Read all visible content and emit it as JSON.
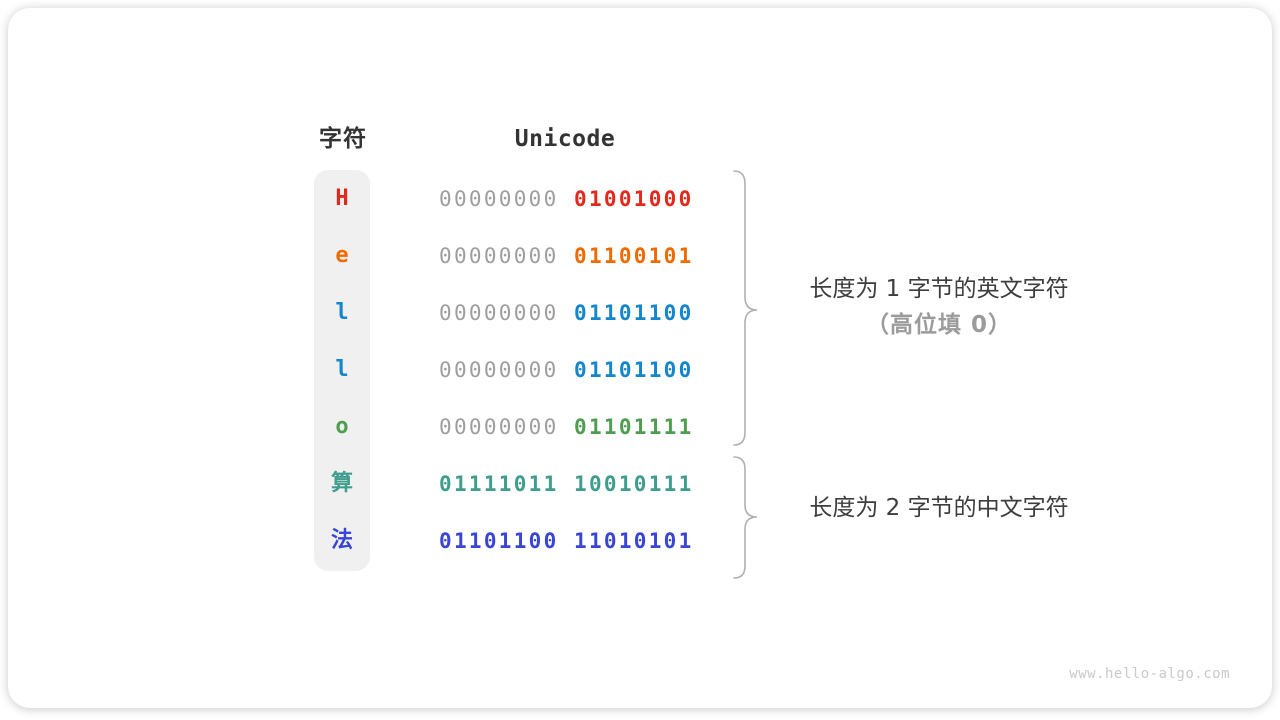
{
  "header": {
    "char_label": "字符",
    "unicode_label": "Unicode"
  },
  "rows": [
    {
      "char": "H",
      "high_byte": "00000000",
      "low_byte": "01001000",
      "color": "#e2291c",
      "high_byte_color": "#9e9e9e",
      "high_is_padding": true
    },
    {
      "char": "e",
      "high_byte": "00000000",
      "low_byte": "01100101",
      "color": "#ef6b00",
      "high_byte_color": "#9e9e9e",
      "high_is_padding": true
    },
    {
      "char": "l",
      "high_byte": "00000000",
      "low_byte": "01101100",
      "color": "#1486cc",
      "high_byte_color": "#9e9e9e",
      "high_is_padding": true
    },
    {
      "char": "l",
      "high_byte": "00000000",
      "low_byte": "01101100",
      "color": "#1486cc",
      "high_byte_color": "#9e9e9e",
      "high_is_padding": true
    },
    {
      "char": "o",
      "high_byte": "00000000",
      "low_byte": "01101111",
      "color": "#4f9e4f",
      "high_byte_color": "#9e9e9e",
      "high_is_padding": true
    },
    {
      "char": "算",
      "high_byte": "01111011",
      "low_byte": "10010111",
      "color": "#3e9d8d",
      "high_byte_color": "#3e9d8d",
      "high_is_padding": false
    },
    {
      "char": "法",
      "high_byte": "01101100",
      "low_byte": "11010101",
      "color": "#3845d5",
      "high_byte_color": "#3845d5",
      "high_is_padding": false
    }
  ],
  "annotations": {
    "english": {
      "line1": "长度为 1 字节的英文字符",
      "line2": "（高位填 0）"
    },
    "chinese": {
      "line1": "长度为 2 字节的中文字符"
    }
  },
  "watermark": "www.hello-algo.com",
  "colors": {
    "padding_zeros": "#9e9e9e",
    "brace": "#b0b0b0",
    "char_column_bg": "#f0f0f1",
    "annotation_text": "#3d3d3d",
    "annotation_muted": "#9b9b9b"
  }
}
